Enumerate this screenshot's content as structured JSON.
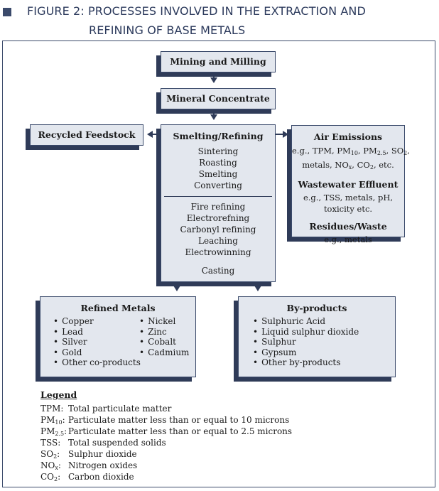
{
  "title": {
    "line1": "FIGURE 2:  PROCESSES INVOLVED IN THE EXTRACTION AND",
    "line2": "REFINING OF BASE METALS"
  },
  "nodes": {
    "mining": "Mining and Milling",
    "concentrate": "Mineral Concentrate",
    "recycled": "Recycled Feedstock",
    "smelting": {
      "title": "Smelting/Refining",
      "group1": [
        "Sintering",
        "Roasting",
        "Smelting",
        "Converting"
      ],
      "group2": [
        "Fire refining",
        "Electrorefning",
        "Carbonyl refining",
        "Leaching",
        "Electrowinning"
      ],
      "casting": "Casting"
    },
    "emissions": {
      "air_title": "Air Emissions",
      "air_line1_a": "e.g., TPM, PM",
      "air_line1_sub1": "10",
      "air_line1_b": ", PM",
      "air_line1_sub2": "2.5",
      "air_line1_c": ", SO",
      "air_line1_sub3": "2",
      "air_line1_d": ",",
      "air_line2_a": "metals, NO",
      "air_line2_sub1": "x",
      "air_line2_b": ", CO",
      "air_line2_sub2": "2",
      "air_line2_c": ",  etc.",
      "water_title": "Wastewater Effluent",
      "water_line1": "e.g., TSS, metals, pH,",
      "water_line2": "toxicity etc.",
      "residue_title": "Residues/Waste",
      "residue_line1": "e.g., metals"
    },
    "refined": {
      "title": "Refined Metals",
      "col1": [
        "Copper",
        "Lead",
        "Silver",
        "Gold",
        "Other co-products"
      ],
      "col2": [
        "Nickel",
        "Zinc",
        "Cobalt",
        "Cadmium"
      ]
    },
    "byproducts": {
      "title": "By-products",
      "items": [
        "Sulphuric Acid",
        "Liquid sulphur dioxide",
        "Sulphur",
        "Gypsum",
        "Other by-products"
      ]
    }
  },
  "legend": {
    "title": "Legend",
    "rows": [
      {
        "abbr": "TPM:",
        "sub": "",
        "suffix": "",
        "desc": "Total particulate matter"
      },
      {
        "abbr": "PM",
        "sub": "10",
        "suffix": ":",
        "desc": "Particulate matter less than or equal to 10 microns"
      },
      {
        "abbr": "PM",
        "sub": "2.5",
        "suffix": ":",
        "desc": "Particulate matter less than or equal to 2.5 microns"
      },
      {
        "abbr": "TSS:",
        "sub": "",
        "suffix": "",
        "desc": "Total suspended solids"
      },
      {
        "abbr": "SO",
        "sub": "2",
        "suffix": ":",
        "desc": "Sulphur dioxide"
      },
      {
        "abbr": "NO",
        "sub": "x",
        "suffix": ":",
        "desc": "Nitrogen oxides"
      },
      {
        "abbr": "CO",
        "sub": "2",
        "suffix": ":",
        "desc": "Carbon dioxide"
      }
    ]
  },
  "colors": {
    "box_fill": "#e3e7ee",
    "box_shadow": "#2f3b58",
    "title_text": "#2c3a5c"
  }
}
